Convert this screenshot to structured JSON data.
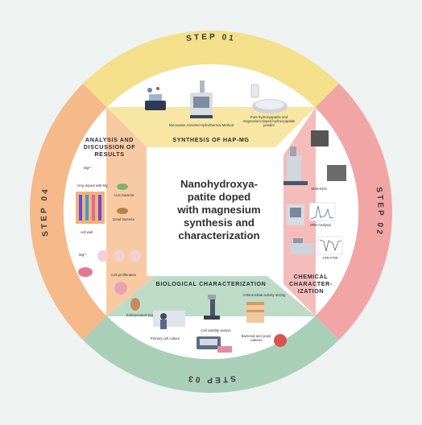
{
  "title": {
    "lines": [
      "Nanohydroxya-",
      "patite doped",
      "with magnesium",
      "synthesis and",
      "characterization"
    ]
  },
  "steps": {
    "step1": "STEP 01",
    "step2": "STEP 02",
    "step3": "STEP 03",
    "step4": "STEP 04"
  },
  "sections": {
    "synthesis": {
      "title": "SYNTHESIS OF HAP-MG",
      "labels": [
        "Microwave Assisted Hydrothermal Method",
        "Pure hydroxyapatite and",
        "magnesium-doped hydroxyapatite",
        "powder"
      ]
    },
    "chemical": {
      "title_lines": [
        "CHEMICAL",
        "CHARACTER-",
        "IZATION"
      ],
      "labels": [
        "SEM-EDS",
        "XRD Analysis",
        "ATR-FTIR"
      ]
    },
    "biological": {
      "title": "BIOLOGICAL CHARACTERIZATION",
      "labels": [
        "Embryonated Eggs",
        "Primary cell culture",
        "Cell viability assays",
        "Antimicrobial activity testing",
        "Bacterial and yeast",
        "cultures"
      ]
    },
    "analysis": {
      "title_lines": [
        "ANALYSIS AND",
        "DISCUSSION OF",
        "RESULTS"
      ],
      "labels": [
        "HAp doped with Mg",
        "Live bacteria",
        "Dead bacteria",
        "cell wall",
        "Cell proliferation",
        "Mg²⁺",
        "Mg²⁺"
      ]
    }
  },
  "colors": {
    "background": "#eef2f1",
    "step1": "#f4df8b",
    "step2": "#f2a5a5",
    "step3": "#a9cfb8",
    "step4": "#f5b98a",
    "center": "#ffffff"
  },
  "icons": [
    "hotplate-icon",
    "microwave-reactor-icon",
    "powder-dish-icon",
    "sem-microscope-icon",
    "xrd-instrument-icon",
    "ftir-instrument-icon",
    "egg-icon",
    "lab-worker-icon",
    "microscope-icon",
    "well-plate-icon",
    "bacteria-culture-icon",
    "petri-dish-icon"
  ]
}
